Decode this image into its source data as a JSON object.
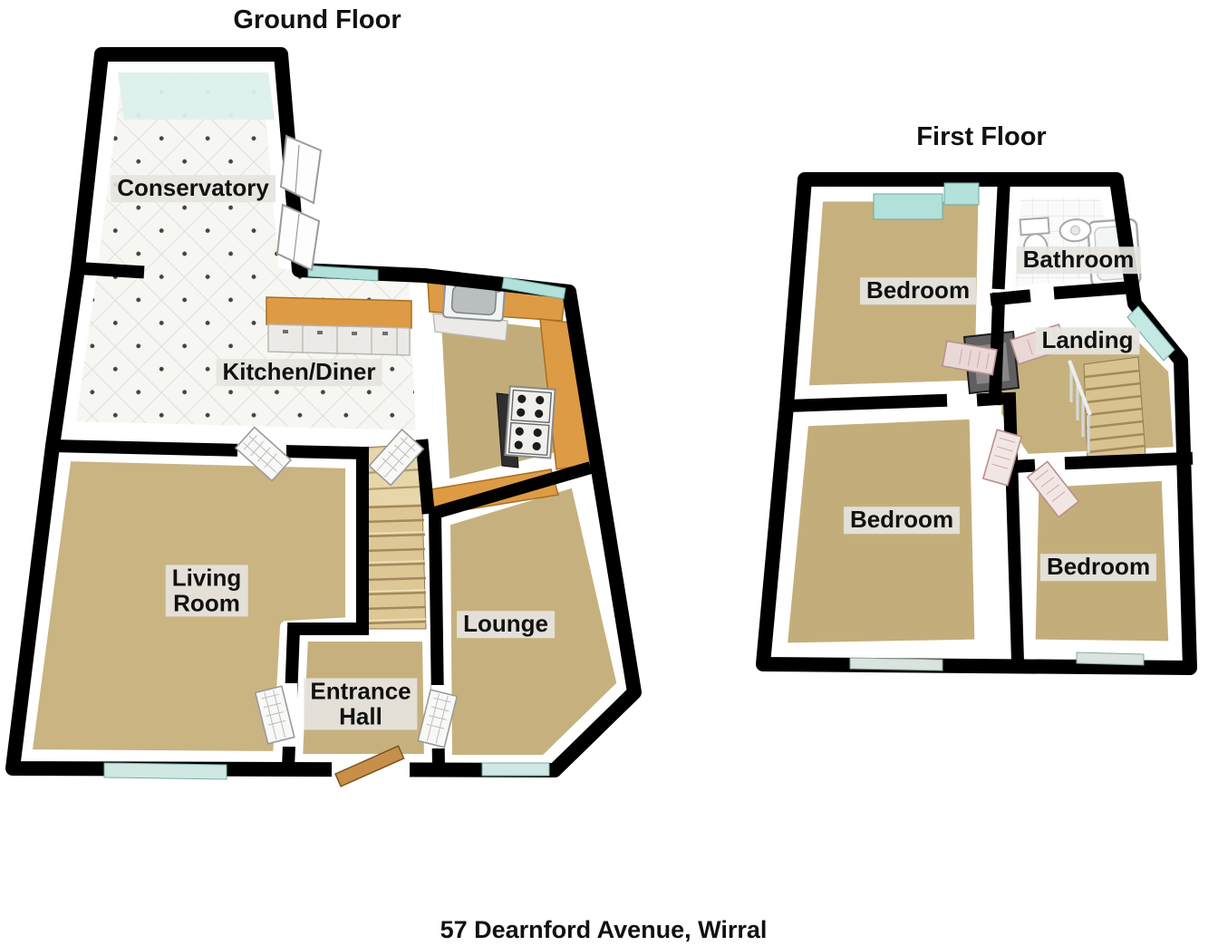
{
  "floors": {
    "ground": {
      "title": "Ground Floor",
      "rooms": {
        "conservatory": "Conservatory",
        "kitchen_diner": "Kitchen/Diner",
        "living_room": "Living\nRoom",
        "entrance_hall": "Entrance\nHall",
        "lounge": "Lounge"
      }
    },
    "first": {
      "title": "First Floor",
      "rooms": {
        "bedroom_front": "Bedroom",
        "bathroom": "Bathroom",
        "landing": "Landing",
        "bedroom_rear": "Bedroom",
        "bedroom_side": "Bedroom"
      }
    }
  },
  "caption": "57 Dearnford Avenue, Wirral",
  "colors": {
    "wall": "#000000",
    "carpet": "#c6b17e",
    "tile_floor": "#f6f6f3",
    "bathroom_tile": "#fafafa",
    "counter": "#de9b45",
    "window_glass": "#b2e0da",
    "stairs": "#dcc795",
    "label_background": "#e6e4e0",
    "door_leaf": "#f8f8f6",
    "first_floor_door_leaf": "#ead8d6",
    "front_door": "#c78f4a"
  }
}
